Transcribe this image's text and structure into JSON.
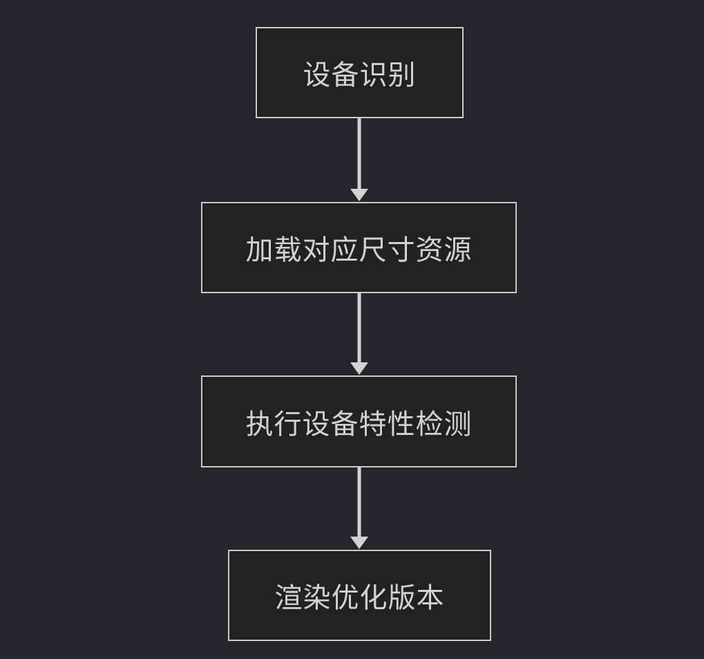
{
  "diagram": {
    "type": "flowchart",
    "direction": "top-down",
    "nodes": [
      {
        "id": "node-1",
        "label": "设备识别"
      },
      {
        "id": "node-2",
        "label": "加载对应尺寸资源"
      },
      {
        "id": "node-3",
        "label": "执行设备特性检测"
      },
      {
        "id": "node-4",
        "label": "渲染优化版本"
      }
    ],
    "edges": [
      {
        "from": "设备识别",
        "to": "加载对应尺寸资源"
      },
      {
        "from": "加载对应尺寸资源",
        "to": "执行设备特性检测"
      },
      {
        "from": "执行设备特性检测",
        "to": "渲染优化版本"
      }
    ],
    "colors": {
      "background": "#24262b",
      "node_fill": "#202121",
      "node_border": "#c9cccc",
      "text": "#d2d2d2",
      "arrow": "#d3d3d3"
    }
  }
}
